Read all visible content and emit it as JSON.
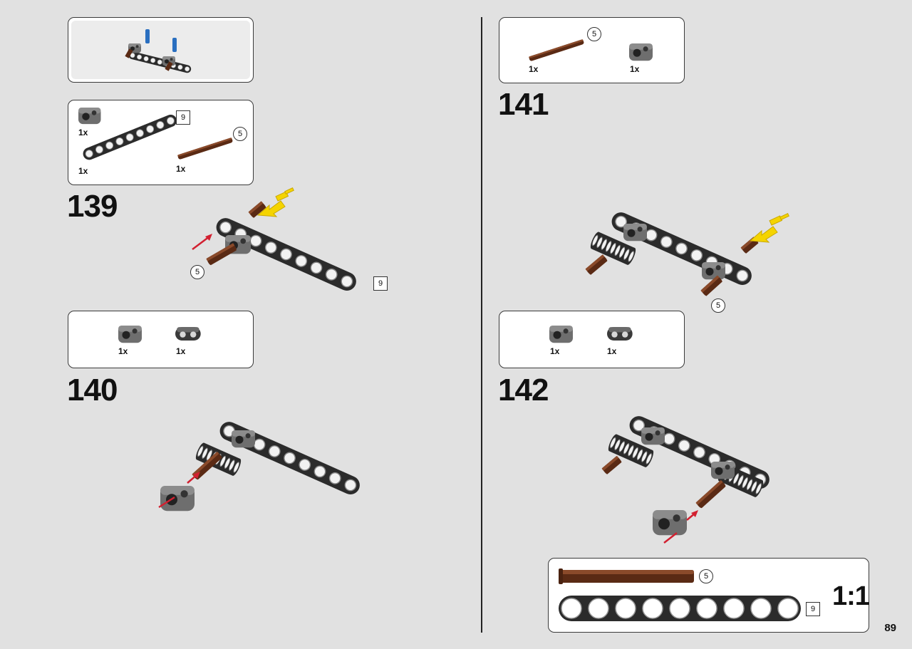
{
  "page": {
    "number": "89"
  },
  "steps": [
    {
      "number": "139",
      "parts": [
        {
          "qty": "1x",
          "part": "connector-block-icon"
        },
        {
          "qty": "1x",
          "part": "beam-9-icon",
          "length": "9"
        },
        {
          "qty": "1x",
          "part": "axle-5-icon",
          "length": "5"
        }
      ],
      "model_labels": {
        "axle_length": "5",
        "beam_length": "9"
      }
    },
    {
      "number": "140",
      "parts": [
        {
          "qty": "1x",
          "part": "connector-block-icon"
        },
        {
          "qty": "1x",
          "part": "double-connector-icon"
        }
      ]
    },
    {
      "number": "141",
      "parts": [
        {
          "qty": "1x",
          "part": "axle-5-icon",
          "length": "5"
        },
        {
          "qty": "1x",
          "part": "connector-block-icon"
        }
      ],
      "model_labels": {
        "axle_length": "5"
      }
    },
    {
      "number": "142",
      "parts": [
        {
          "qty": "1x",
          "part": "connector-block-icon"
        },
        {
          "qty": "1x",
          "part": "double-connector-icon"
        }
      ]
    }
  ],
  "scale_reference": {
    "label": "1:1",
    "axle_length": "5",
    "beam_length": "9"
  },
  "colors": {
    "background": "#e1e1e1",
    "beam": "#2b2b2b",
    "connector": "#6e6e6e",
    "axle": "#5a2a14",
    "arrow_red": "#d22030",
    "arrow_yellow": "#f5d400",
    "pin_blue": "#2a6fc0"
  }
}
